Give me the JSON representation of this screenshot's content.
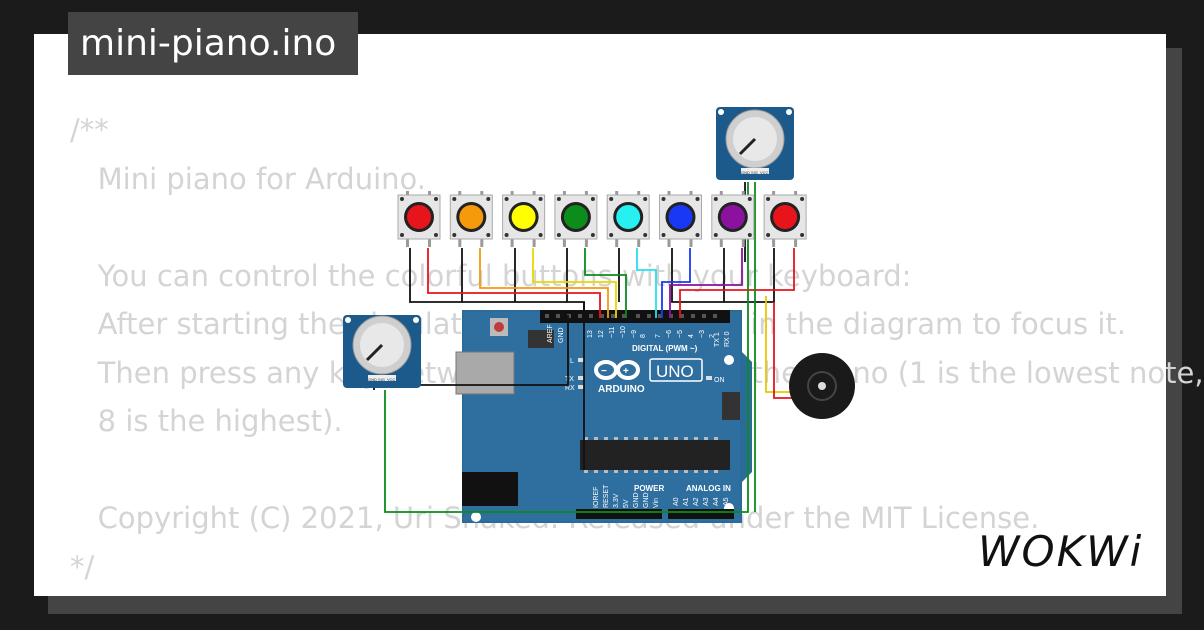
{
  "project": {
    "filename": "mini-piano.ino"
  },
  "code": {
    "lines": [
      "/**",
      "   Mini piano for Arduino.",
      "",
      "   You can control the colorful buttons with your keyboard:",
      "   After starting the simulation, click anywhere in the diagram to focus it.",
      "   Then press any key between 1 and 8 to play the piano (1 is the lowest note,",
      "   8 is the highest).",
      "",
      "   Copyright (C) 2021, Uri Shaked. Released under the MIT License.",
      "*/"
    ]
  },
  "board": {
    "brand": "ARDUINO",
    "model": "UNO",
    "digital_label": "DIGITAL (PWM ~)",
    "power_label": "POWER",
    "analog_label": "ANALOG IN",
    "on_label": "ON",
    "tx_label": "TX",
    "rx_label": "RX",
    "l_label": "L",
    "top_pins": [
      "AREF",
      "GND",
      "13",
      "12",
      "~11",
      "~10",
      "~9",
      "8",
      "7",
      "~6",
      "~5",
      "4",
      "~3",
      "2",
      "TX 1",
      "RX 0"
    ],
    "power_pins": [
      "IOREF",
      "RESET",
      "3.3V",
      "5V",
      "GND",
      "GND",
      "Vin"
    ],
    "analog_pins": [
      "A0",
      "A1",
      "A2",
      "A3",
      "A4",
      "A5"
    ]
  },
  "potentiometer": {
    "pins": [
      "GND",
      "SIG",
      "VCC"
    ]
  },
  "buttons": [
    {
      "color": "#e8141c"
    },
    {
      "color": "#f59a0b"
    },
    {
      "color": "#ffff00"
    },
    {
      "color": "#0b8c1b"
    },
    {
      "color": "#26f0f0"
    },
    {
      "color": "#1838f5"
    },
    {
      "color": "#8a129e"
    },
    {
      "color": "#e8141c"
    }
  ],
  "branding": {
    "logo_text": "WOKWi"
  }
}
